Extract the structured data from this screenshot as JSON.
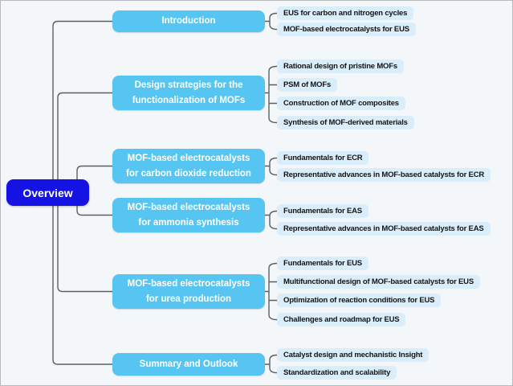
{
  "root": {
    "label": "Overview"
  },
  "branches": [
    {
      "label": "Introduction",
      "children": [
        "EUS for carbon and nitrogen cycles",
        "MOF-based electrocatalysts for EUS"
      ]
    },
    {
      "label": "Design strategies for the\nfunctionalization of MOFs",
      "children": [
        "Rational design of pristine MOFs",
        "PSM of MOFs",
        "Construction of MOF composites",
        "Synthesis of MOF-derived materials"
      ]
    },
    {
      "label": "MOF-based electrocatalysts\nfor carbon dioxide reduction",
      "children": [
        "Fundamentals for ECR",
        "Representative advances in MOF-based catalysts for ECR"
      ]
    },
    {
      "label": "MOF-based electrocatalysts\nfor ammonia synthesis",
      "children": [
        "Fundamentals for EAS",
        "Representative advances in MOF-based catalysts for EAS"
      ]
    },
    {
      "label": "MOF-based electrocatalysts\nfor urea production",
      "children": [
        "Fundamentals for EUS",
        "Multifunctional design of MOF-based catalysts for EUS",
        "Optimization of reaction conditions for EUS",
        "Challenges and roadmap for EUS"
      ]
    },
    {
      "label": "Summary and Outlook",
      "children": [
        "Catalyst design and mechanistic Insight",
        "Standardization and scalability"
      ]
    }
  ],
  "colors": {
    "root_bg": "#1513e3",
    "root_text": "#ffffff",
    "branch_bg": "#57c5f2",
    "branch_text": "#ffffff",
    "leaf_bg": "#d9edfb",
    "leaf_text": "#151515",
    "line": "#5d6063",
    "background": "#f3f7fa",
    "border": "#b6babd"
  }
}
